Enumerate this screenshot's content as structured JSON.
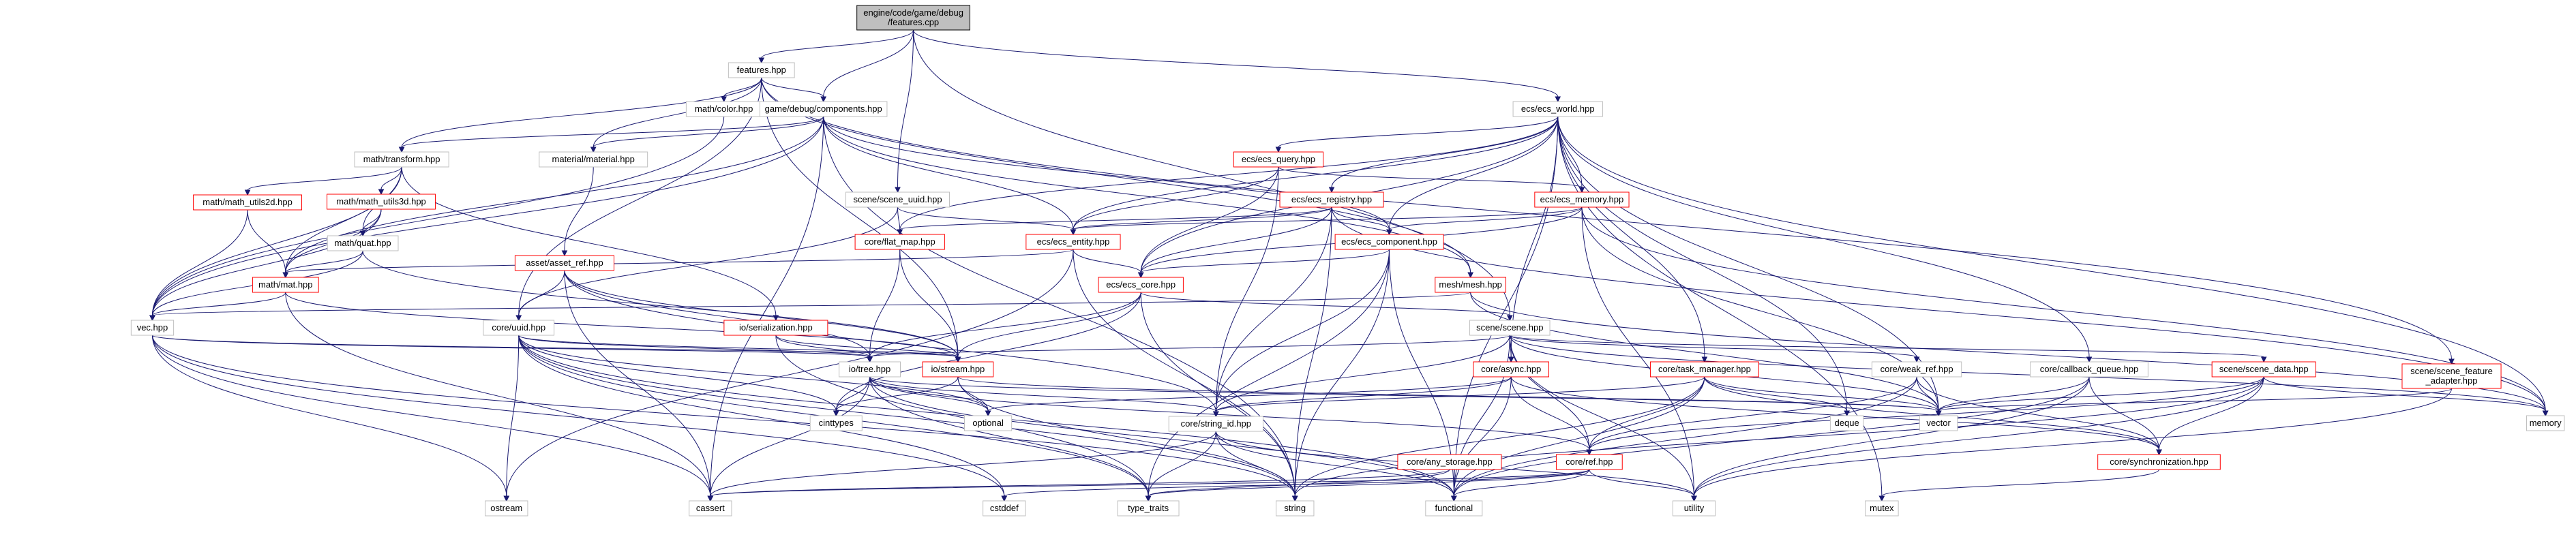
{
  "graph": {
    "colors": {
      "edge": "#191970",
      "border_default": "#bfbfbf",
      "border_red": "#ff0000",
      "root_fill": "#bfbfbf",
      "fill": "#ffffff",
      "text": "#000000"
    },
    "nodes": [
      {
        "id": "root",
        "label": "engine/code/game/debug\n/features.cpp",
        "style": "root"
      },
      {
        "id": "features_hpp",
        "label": "features.hpp",
        "style": "normal"
      },
      {
        "id": "math_color",
        "label": "math/color.hpp",
        "style": "normal"
      },
      {
        "id": "game_debug_components",
        "label": "game/debug/components.hpp",
        "style": "normal"
      },
      {
        "id": "ecs_world",
        "label": "ecs/ecs_world.hpp",
        "style": "normal"
      },
      {
        "id": "math_transform",
        "label": "math/transform.hpp",
        "style": "normal"
      },
      {
        "id": "material",
        "label": "material/material.hpp",
        "style": "normal"
      },
      {
        "id": "scene_uuid",
        "label": "scene/scene_uuid.hpp",
        "style": "normal"
      },
      {
        "id": "ecs_query",
        "label": "ecs/ecs_query.hpp",
        "style": "red"
      },
      {
        "id": "ecs_registry",
        "label": "ecs/ecs_registry.hpp",
        "style": "red"
      },
      {
        "id": "ecs_memory",
        "label": "ecs/ecs_memory.hpp",
        "style": "red"
      },
      {
        "id": "math_utils2d",
        "label": "math/math_utils2d.hpp",
        "style": "red"
      },
      {
        "id": "math_utils3d",
        "label": "math/math_utils3d.hpp",
        "style": "red"
      },
      {
        "id": "flat_map",
        "label": "core/flat_map.hpp",
        "style": "red"
      },
      {
        "id": "ecs_entity",
        "label": "ecs/ecs_entity.hpp",
        "style": "red"
      },
      {
        "id": "ecs_component",
        "label": "ecs/ecs_component.hpp",
        "style": "red"
      },
      {
        "id": "math_quat",
        "label": "math/quat.hpp",
        "style": "normal"
      },
      {
        "id": "asset_ref",
        "label": "asset/asset_ref.hpp",
        "style": "red"
      },
      {
        "id": "math_mat",
        "label": "math/mat.hpp",
        "style": "red"
      },
      {
        "id": "ecs_core",
        "label": "ecs/ecs_core.hpp",
        "style": "red"
      },
      {
        "id": "mesh",
        "label": "mesh/mesh.hpp",
        "style": "red"
      },
      {
        "id": "vec",
        "label": "vec.hpp",
        "style": "normal"
      },
      {
        "id": "core_uuid",
        "label": "core/uuid.hpp",
        "style": "normal"
      },
      {
        "id": "io_serialization",
        "label": "io/serialization.hpp",
        "style": "red"
      },
      {
        "id": "scene_hpp",
        "label": "scene/scene.hpp",
        "style": "normal"
      },
      {
        "id": "io_tree",
        "label": "io/tree.hpp",
        "style": "normal"
      },
      {
        "id": "io_iostream",
        "label": "io/stream.hpp",
        "style": "red"
      },
      {
        "id": "core_async",
        "label": "core/async.hpp",
        "style": "red"
      },
      {
        "id": "task_manager",
        "label": "core/task_manager.hpp",
        "style": "red"
      },
      {
        "id": "weak_ref",
        "label": "core/weak_ref.hpp",
        "style": "normal"
      },
      {
        "id": "callback_queue",
        "label": "core/callback_queue.hpp",
        "style": "normal"
      },
      {
        "id": "scene_data",
        "label": "scene/scene_data.hpp",
        "style": "red"
      },
      {
        "id": "scene_feature_adapter",
        "label": "scene/scene_feature\n_adapter.hpp",
        "style": "red"
      },
      {
        "id": "cinttypes",
        "label": "cinttypes",
        "style": "normal"
      },
      {
        "id": "optional",
        "label": "optional",
        "style": "normal"
      },
      {
        "id": "string_id",
        "label": "core/string_id.hpp",
        "style": "normal"
      },
      {
        "id": "any_storage",
        "label": "core/any_storage.hpp",
        "style": "red"
      },
      {
        "id": "core_ref",
        "label": "core/ref.hpp",
        "style": "red"
      },
      {
        "id": "deque",
        "label": "deque",
        "style": "normal"
      },
      {
        "id": "vector",
        "label": "vector",
        "style": "normal"
      },
      {
        "id": "synchronization",
        "label": "core/synchronization.hpp",
        "style": "red"
      },
      {
        "id": "memory",
        "label": "memory",
        "style": "normal"
      },
      {
        "id": "ostream",
        "label": "ostream",
        "style": "normal"
      },
      {
        "id": "cassert",
        "label": "cassert",
        "style": "normal"
      },
      {
        "id": "cstddef",
        "label": "cstddef",
        "style": "normal"
      },
      {
        "id": "type_traits",
        "label": "type_traits",
        "style": "normal"
      },
      {
        "id": "string",
        "label": "string",
        "style": "normal"
      },
      {
        "id": "functional",
        "label": "functional",
        "style": "normal"
      },
      {
        "id": "utility",
        "label": "utility",
        "style": "normal"
      },
      {
        "id": "mutex",
        "label": "mutex",
        "style": "normal"
      }
    ],
    "edges": [
      [
        "root",
        "features_hpp"
      ],
      [
        "root",
        "game_debug_components"
      ],
      [
        "root",
        "scene_uuid"
      ],
      [
        "root",
        "ecs_world"
      ],
      [
        "root",
        "scene_hpp"
      ],
      [
        "features_hpp",
        "math_color"
      ],
      [
        "features_hpp",
        "game_debug_components"
      ],
      [
        "features_hpp",
        "math_transform"
      ],
      [
        "features_hpp",
        "material"
      ],
      [
        "features_hpp",
        "core_uuid"
      ],
      [
        "features_hpp",
        "io_iostream"
      ],
      [
        "features_hpp",
        "mesh"
      ],
      [
        "features_hpp",
        "scene_feature_adapter"
      ],
      [
        "math_color",
        "vec"
      ],
      [
        "game_debug_components",
        "math_transform"
      ],
      [
        "game_debug_components",
        "material"
      ],
      [
        "game_debug_components",
        "ecs_entity"
      ],
      [
        "game_debug_components",
        "ecs_component"
      ],
      [
        "game_debug_components",
        "math_mat"
      ],
      [
        "game_debug_components",
        "vec"
      ],
      [
        "game_debug_components",
        "mesh"
      ],
      [
        "game_debug_components",
        "string"
      ],
      [
        "game_debug_components",
        "cassert"
      ],
      [
        "ecs_world",
        "ecs_query"
      ],
      [
        "ecs_world",
        "ecs_registry"
      ],
      [
        "ecs_world",
        "ecs_memory"
      ],
      [
        "ecs_world",
        "flat_map"
      ],
      [
        "ecs_world",
        "ecs_entity"
      ],
      [
        "ecs_world",
        "ecs_component"
      ],
      [
        "ecs_world",
        "ecs_core"
      ],
      [
        "ecs_world",
        "core_async"
      ],
      [
        "ecs_world",
        "task_manager"
      ],
      [
        "ecs_world",
        "callback_queue"
      ],
      [
        "ecs_world",
        "deque"
      ],
      [
        "ecs_world",
        "memory"
      ],
      [
        "ecs_world",
        "functional"
      ],
      [
        "ecs_world",
        "mutex"
      ],
      [
        "ecs_world",
        "vector"
      ],
      [
        "math_transform",
        "math_utils2d"
      ],
      [
        "math_transform",
        "math_utils3d"
      ],
      [
        "math_transform",
        "math_quat"
      ],
      [
        "math_transform",
        "math_mat"
      ],
      [
        "math_transform",
        "vec"
      ],
      [
        "math_transform",
        "io_serialization"
      ],
      [
        "material",
        "asset_ref"
      ],
      [
        "scene_uuid",
        "flat_map"
      ],
      [
        "scene_uuid",
        "ecs_entity"
      ],
      [
        "scene_uuid",
        "core_uuid"
      ],
      [
        "ecs_query",
        "ecs_entity"
      ],
      [
        "ecs_query",
        "ecs_core"
      ],
      [
        "ecs_query",
        "string_id"
      ],
      [
        "ecs_query",
        "ecs_memory"
      ],
      [
        "ecs_registry",
        "flat_map"
      ],
      [
        "ecs_registry",
        "ecs_entity"
      ],
      [
        "ecs_registry",
        "ecs_component"
      ],
      [
        "ecs_registry",
        "ecs_core"
      ],
      [
        "ecs_registry",
        "string_id"
      ],
      [
        "ecs_registry",
        "memory"
      ],
      [
        "ecs_registry",
        "string"
      ],
      [
        "ecs_memory",
        "ecs_entity"
      ],
      [
        "ecs_memory",
        "ecs_component"
      ],
      [
        "ecs_memory",
        "ecs_core"
      ],
      [
        "ecs_memory",
        "vector"
      ],
      [
        "ecs_memory",
        "memory"
      ],
      [
        "ecs_memory",
        "utility"
      ],
      [
        "math_utils2d",
        "math_mat"
      ],
      [
        "math_utils2d",
        "vec"
      ],
      [
        "math_utils3d",
        "math_quat"
      ],
      [
        "math_utils3d",
        "math_mat"
      ],
      [
        "math_utils3d",
        "vec"
      ],
      [
        "flat_map",
        "io_tree"
      ],
      [
        "flat_map",
        "io_iostream"
      ],
      [
        "ecs_entity",
        "ecs_core"
      ],
      [
        "ecs_entity",
        "math_mat"
      ],
      [
        "ecs_entity",
        "ostream"
      ],
      [
        "ecs_entity",
        "string"
      ],
      [
        "ecs_component",
        "ecs_core"
      ],
      [
        "ecs_component",
        "string_id"
      ],
      [
        "ecs_component",
        "string"
      ],
      [
        "ecs_component",
        "type_traits"
      ],
      [
        "ecs_component",
        "functional"
      ],
      [
        "math_quat",
        "math_mat"
      ],
      [
        "math_quat",
        "vec"
      ],
      [
        "math_quat",
        "io_iostream"
      ],
      [
        "asset_ref",
        "core_uuid"
      ],
      [
        "asset_ref",
        "io_tree"
      ],
      [
        "asset_ref",
        "io_iostream"
      ],
      [
        "asset_ref",
        "string_id"
      ],
      [
        "asset_ref",
        "cassert"
      ],
      [
        "math_mat",
        "vec"
      ],
      [
        "math_mat",
        "cassert"
      ],
      [
        "math_mat",
        "io_iostream"
      ],
      [
        "ecs_core",
        "io_tree"
      ],
      [
        "ecs_core",
        "io_iostream"
      ],
      [
        "ecs_core",
        "cinttypes"
      ],
      [
        "ecs_core",
        "string"
      ],
      [
        "ecs_core",
        "scene_hpp"
      ],
      [
        "mesh",
        "vec"
      ],
      [
        "mesh",
        "vector"
      ],
      [
        "mesh",
        "memory"
      ],
      [
        "vec",
        "io_tree"
      ],
      [
        "vec",
        "io_iostream"
      ],
      [
        "vec",
        "ostream"
      ],
      [
        "vec",
        "cassert"
      ],
      [
        "vec",
        "cstddef"
      ],
      [
        "vec",
        "string"
      ],
      [
        "core_uuid",
        "io_tree"
      ],
      [
        "core_uuid",
        "io_iostream"
      ],
      [
        "core_uuid",
        "cinttypes"
      ],
      [
        "core_uuid",
        "optional"
      ],
      [
        "core_uuid",
        "string"
      ],
      [
        "core_uuid",
        "type_traits"
      ],
      [
        "core_uuid",
        "functional"
      ],
      [
        "core_uuid",
        "cstddef"
      ],
      [
        "core_uuid",
        "ostream"
      ],
      [
        "io_serialization",
        "io_tree"
      ],
      [
        "io_serialization",
        "io_iostream"
      ],
      [
        "io_serialization",
        "type_traits"
      ],
      [
        "scene_hpp",
        "io_tree"
      ],
      [
        "scene_hpp",
        "core_async"
      ],
      [
        "scene_hpp",
        "weak_ref"
      ],
      [
        "scene_hpp",
        "scene_data"
      ],
      [
        "scene_hpp",
        "core_ref"
      ],
      [
        "scene_hpp",
        "string_id"
      ],
      [
        "scene_hpp",
        "vector"
      ],
      [
        "scene_hpp",
        "memory"
      ],
      [
        "scene_hpp",
        "functional"
      ],
      [
        "scene_hpp",
        "utility"
      ],
      [
        "io_tree",
        "cinttypes"
      ],
      [
        "io_tree",
        "optional"
      ],
      [
        "io_tree",
        "string_id"
      ],
      [
        "io_tree",
        "core_ref"
      ],
      [
        "io_tree",
        "cassert"
      ],
      [
        "io_tree",
        "type_traits"
      ],
      [
        "io_tree",
        "functional"
      ],
      [
        "io_tree",
        "vector"
      ],
      [
        "io_iostream",
        "cinttypes"
      ],
      [
        "io_iostream",
        "optional"
      ],
      [
        "io_iostream",
        "string"
      ],
      [
        "io_iostream",
        "vector"
      ],
      [
        "core_async",
        "core_ref"
      ],
      [
        "core_async",
        "synchronization"
      ],
      [
        "core_async",
        "optional"
      ],
      [
        "core_async",
        "functional"
      ],
      [
        "core_async",
        "string_id"
      ],
      [
        "task_manager",
        "core_ref"
      ],
      [
        "task_manager",
        "synchronization"
      ],
      [
        "task_manager",
        "string_id"
      ],
      [
        "task_manager",
        "deque"
      ],
      [
        "task_manager",
        "vector"
      ],
      [
        "task_manager",
        "functional"
      ],
      [
        "task_manager",
        "string"
      ],
      [
        "weak_ref",
        "core_ref"
      ],
      [
        "weak_ref",
        "synchronization"
      ],
      [
        "weak_ref",
        "vector"
      ],
      [
        "weak_ref",
        "functional"
      ],
      [
        "callback_queue",
        "synchronization"
      ],
      [
        "callback_queue",
        "vector"
      ],
      [
        "callback_queue",
        "functional"
      ],
      [
        "callback_queue",
        "utility"
      ],
      [
        "scene_data",
        "core_ref"
      ],
      [
        "scene_data",
        "synchronization"
      ],
      [
        "scene_data",
        "memory"
      ],
      [
        "scene_data",
        "utility"
      ],
      [
        "scene_data",
        "vector"
      ],
      [
        "scene_data",
        "string"
      ],
      [
        "scene_feature_adapter",
        "vector"
      ],
      [
        "scene_feature_adapter",
        "utility"
      ],
      [
        "string_id",
        "cassert"
      ],
      [
        "string_id",
        "type_traits"
      ],
      [
        "string_id",
        "string"
      ],
      [
        "string_id",
        "functional"
      ],
      [
        "string_id",
        "utility"
      ],
      [
        "any_storage",
        "cassert"
      ],
      [
        "any_storage",
        "type_traits"
      ],
      [
        "core_ref",
        "cassert"
      ],
      [
        "core_ref",
        "type_traits"
      ],
      [
        "core_ref",
        "functional"
      ],
      [
        "core_ref",
        "utility"
      ],
      [
        "core_ref",
        "cstddef"
      ],
      [
        "synchronization",
        "mutex"
      ]
    ]
  }
}
